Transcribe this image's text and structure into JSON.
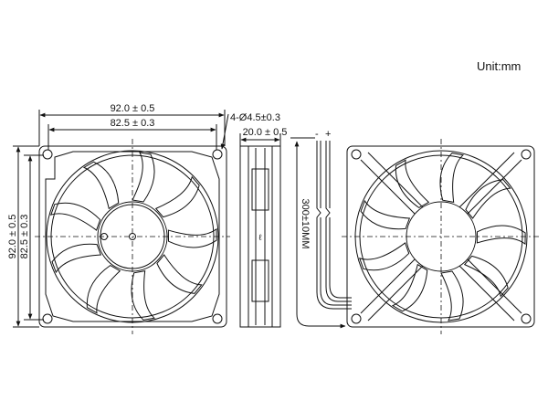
{
  "unit_label": "Unit:mm",
  "front_view": {
    "overall_width": "92.0 ± 0.5",
    "hole_spacing_width": "82.5 ± 0.3",
    "overall_height": "92.0 ± 0.5",
    "hole_spacing_height": "82.5 ± 0.3",
    "mounting_holes": "4-Ø4.5±0.3"
  },
  "side_view": {
    "thickness": "20.0 ± 0.5"
  },
  "cable": {
    "negative": "-",
    "positive": "+",
    "length": "300±10MM"
  }
}
